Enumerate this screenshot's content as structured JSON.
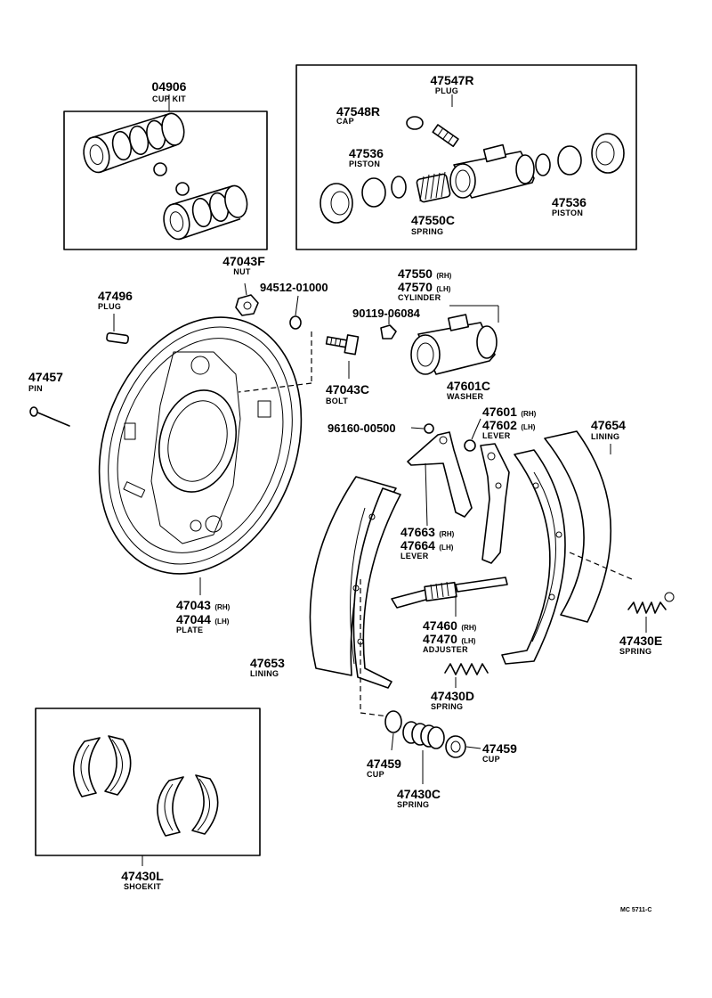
{
  "sheet_code": "MC 5711-C",
  "parts": {
    "cup_kit": {
      "number": "04906",
      "name": "CUP KIT"
    },
    "plug_top": {
      "number": "47547R",
      "name": "PLUG"
    },
    "cap": {
      "number": "47548R",
      "name": "CAP"
    },
    "piston_left": {
      "number": "47536",
      "name": "PISTON"
    },
    "piston_right": {
      "number": "47536",
      "name": "PISTON"
    },
    "spring_wheel": {
      "number": "47550C",
      "name": "SPRING"
    },
    "nut": {
      "number": "47043F",
      "name": "NUT"
    },
    "part_94512": {
      "number": "94512-01000"
    },
    "plug_left": {
      "number": "47496",
      "name": "PLUG"
    },
    "cylinder": {
      "number_rh": "47550",
      "suffix_rh": "(RH)",
      "number_lh": "47570",
      "suffix_lh": "(LH)",
      "name": "CYLINDER"
    },
    "part_90119": {
      "number": "90119-06084"
    },
    "pin": {
      "number": "47457",
      "name": "PIN"
    },
    "bolt": {
      "number": "47043C",
      "name": "BOLT"
    },
    "washer": {
      "number": "47601C",
      "name": "WASHER"
    },
    "lever_upper": {
      "number_rh": "47601",
      "suffix_rh": "(RH)",
      "number_lh": "47602",
      "suffix_lh": "(LH)",
      "name": "LEVER"
    },
    "part_96160": {
      "number": "96160-00500"
    },
    "lining_right": {
      "number": "47654",
      "name": "LINING"
    },
    "lever_lower": {
      "number_rh": "47663",
      "suffix_rh": "(RH)",
      "number_lh": "47664",
      "suffix_lh": "(LH)",
      "name": "LEVER"
    },
    "plate": {
      "number_rh": "47043",
      "suffix_rh": "(RH)",
      "number_lh": "47044",
      "suffix_lh": "(LH)",
      "name": "PLATE"
    },
    "adjuster": {
      "number_rh": "47460",
      "suffix_rh": "(RH)",
      "number_lh": "47470",
      "suffix_lh": "(LH)",
      "name": "ADJUSTER"
    },
    "spring_e": {
      "number": "47430E",
      "name": "SPRING"
    },
    "lining_left": {
      "number": "47653",
      "name": "LINING"
    },
    "spring_d": {
      "number": "47430D",
      "name": "SPRING"
    },
    "cup_left": {
      "number": "47459",
      "name": "CUP"
    },
    "cup_right": {
      "number": "47459",
      "name": "CUP"
    },
    "spring_c": {
      "number": "47430C",
      "name": "SPRING"
    },
    "shoe_kit": {
      "number": "47430L",
      "name": "SHOEKIT"
    }
  }
}
